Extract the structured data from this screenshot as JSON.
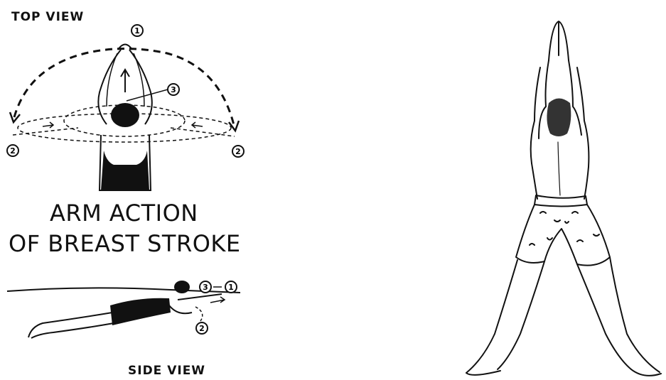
{
  "top_view_label": "TOP VIEW",
  "side_view_label": "SIDE VIEW",
  "title_line_1": "ARM ACTION",
  "title_line_2": "OF BREAST STROKE",
  "markers": {
    "top_1": "1",
    "top_2_left": "2",
    "top_2_right": "2",
    "top_3": "3",
    "side_1": "1",
    "side_2": "2",
    "side_3": "3"
  },
  "colors": {
    "ink": "#111111",
    "background": "#ffffff"
  }
}
